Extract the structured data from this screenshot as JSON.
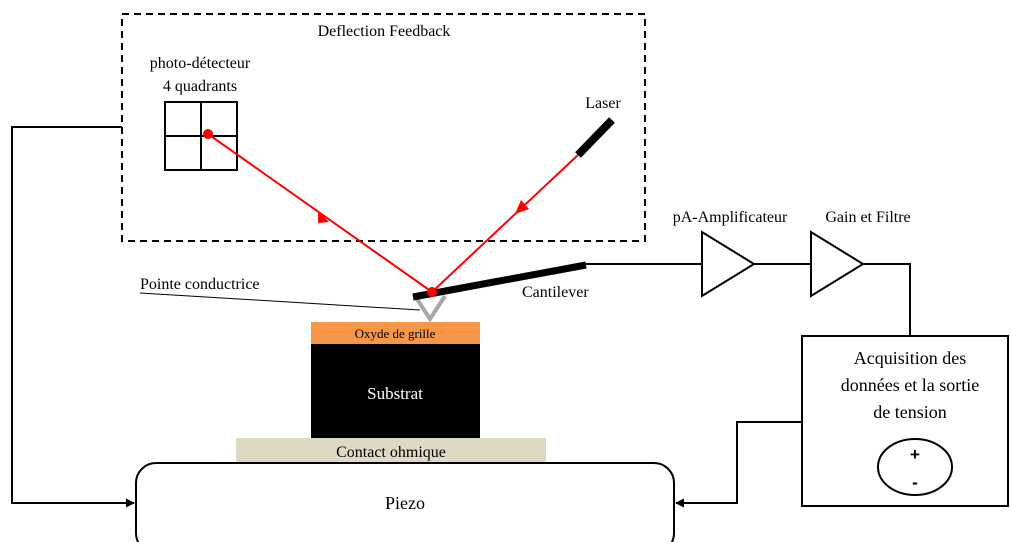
{
  "labels": {
    "feedback_title": "Deflection Feedback",
    "detector_line1": "photo-détecteur",
    "detector_line2": "4 quadrants",
    "laser": "Laser",
    "amplifier": "pA-Amplificateur",
    "gain_filter": "Gain et Filtre",
    "tip": "Pointe conductrice",
    "cantilever": "Cantilever",
    "oxide": "Oxyde de grille",
    "substrate": "Substrat",
    "contact": "Contact ohmique",
    "piezo": "Piezo",
    "acquisition_line1": "Acquisition des",
    "acquisition_line2": "données et la sortie",
    "acquisition_line3": "de tension",
    "plus_sign": "+",
    "minus_sign": "-"
  },
  "colors": {
    "laser_beam": "#ff0000",
    "oxide_layer": "#f79646",
    "substrate": "#000000",
    "ohmic_contact": "#ddd9c3",
    "tip": "#a6a6a6"
  }
}
